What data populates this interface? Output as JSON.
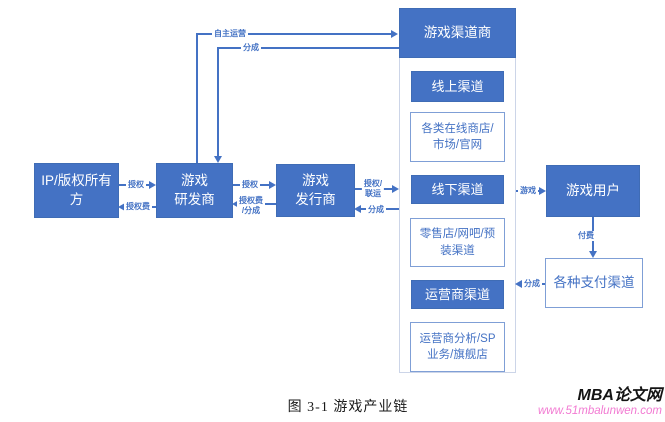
{
  "diagram": {
    "nodes": {
      "ip": "IP/版权所有方",
      "developer": "游戏\n研发商",
      "publisher": "游戏\n发行商",
      "channel": "游戏渠道商",
      "online_channel": "线上渠道",
      "online_detail": "各类在线商店/\n市场/官网",
      "offline_channel": "线下渠道",
      "offline_detail": "零售店/网吧/预\n装渠道",
      "operator_channel": "运营商渠道",
      "operator_detail": "运营商分析/SP\n业务/旗舰店",
      "user": "游戏用户",
      "payment": "各种支付渠道"
    },
    "edges": {
      "license_ip_dev": "授权",
      "fee_dev_ip": "授权费",
      "license_dev_pub": "授权",
      "fee_share_pub_dev": "授权费\n/分成",
      "license_joint": "授权/\n联运",
      "share_channel_pub": "分成",
      "self_operate": "自主运营",
      "share_channel_dev": "分成",
      "game": "游戏",
      "pay": "付费",
      "share_payment": "分成"
    },
    "colors": {
      "primary_blue": "#4472c4",
      "white_box_border": "#7f9fd6",
      "container_border": "#ccd5e8",
      "watermark_pink": "#f27ad2"
    }
  },
  "caption": "图 3-1  游戏产业链",
  "watermark": {
    "title": "MBA论文网",
    "url": "www.51mbalunwen.com"
  }
}
